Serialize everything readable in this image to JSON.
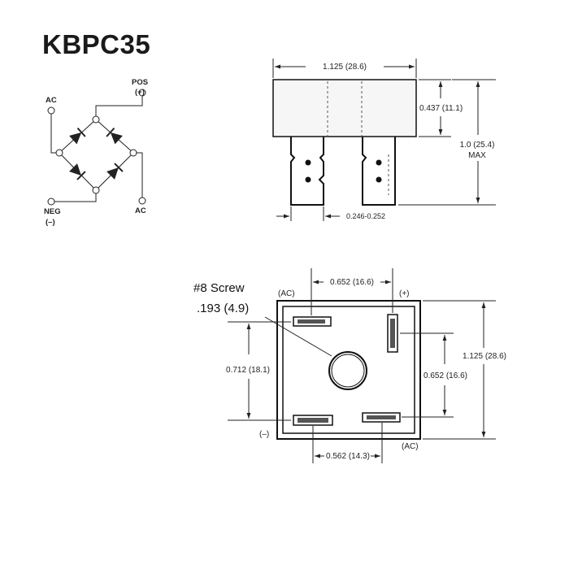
{
  "title": "KBPC35",
  "schematic": {
    "ac_top": "AC",
    "pos_label": "POS",
    "pos_sign": "(+)",
    "neg_label": "NEG",
    "neg_sign": "(–)",
    "ac_bottom": "AC"
  },
  "side_view": {
    "width_dim": "1.125 (28.6)",
    "body_height_dim": "0.437 (11.1)",
    "total_height_dim": "1.0 (25.4)",
    "total_height_note": "MAX",
    "terminal_dim": "0.246-0.252"
  },
  "top_view": {
    "screw_label": "#8 Screw",
    "screw_hole_dim": ".193 (4.9)",
    "top_spacing_dim": "0.652 (16.6)",
    "left_spacing_dim": "0.712 (18.1)",
    "right_spacing_dim": "0.652 (16.6)",
    "width_dim": "1.125 (28.6)",
    "bottom_spacing_dim": "0.562 (14.3)",
    "pin_ac_top": "(AC)",
    "pin_pos": "(+)",
    "pin_neg": "(–)",
    "pin_ac_bottom": "(AC)"
  }
}
